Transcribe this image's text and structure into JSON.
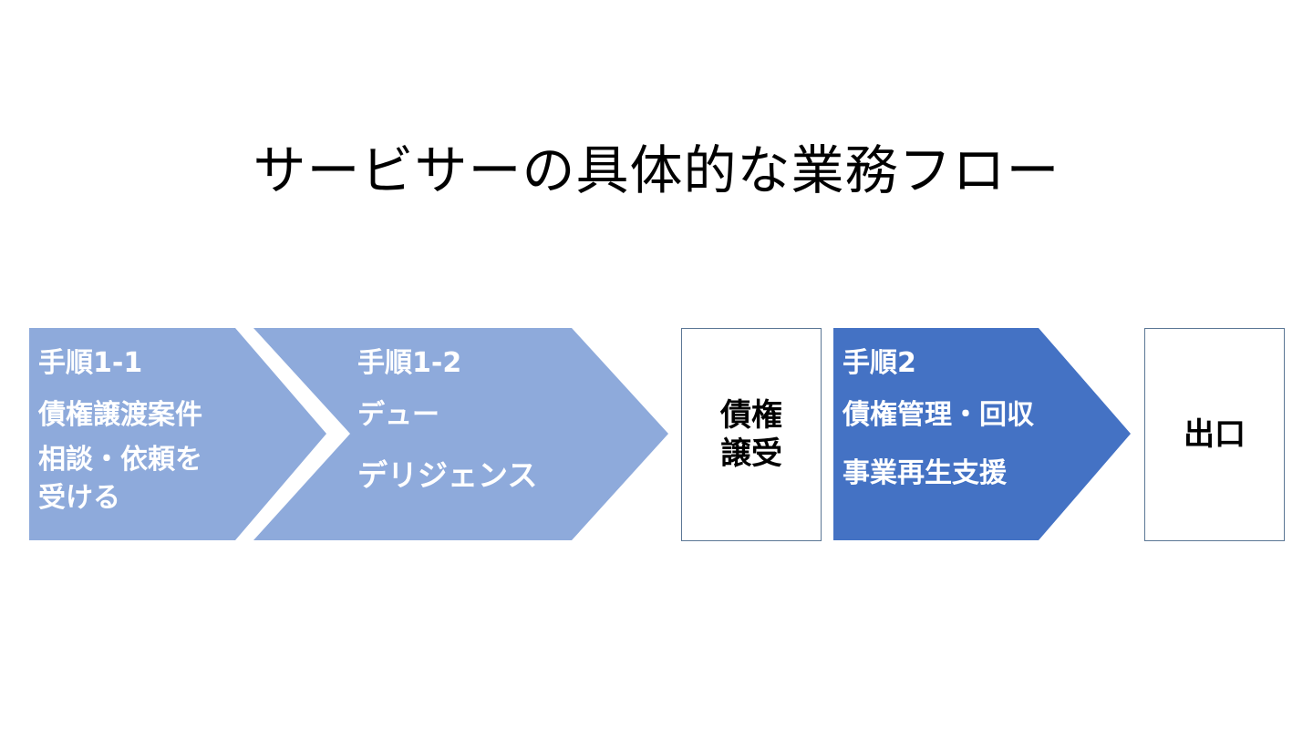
{
  "title": "サービサーの具体的な業務フロー",
  "colors": {
    "step1_fill": "#8eaadb",
    "step2_fill": "#4472c4",
    "box_border": "#5b7795",
    "step_text": "#ffffff",
    "box_text": "#000000"
  },
  "flow": {
    "step1_1": {
      "heading": "手順1-1",
      "lines": [
        "債権譲渡案件",
        "相談・依頼を",
        "受ける"
      ]
    },
    "step1_2": {
      "heading": "手順1-2",
      "lines": [
        "デュー",
        "デリジェンス"
      ]
    },
    "transfer_box": {
      "lines": [
        "債権",
        "譲受"
      ]
    },
    "step2": {
      "heading": "手順2",
      "lines": [
        "債権管理・回収",
        "事業再生支援"
      ]
    },
    "exit_box": {
      "label": "出口"
    }
  }
}
